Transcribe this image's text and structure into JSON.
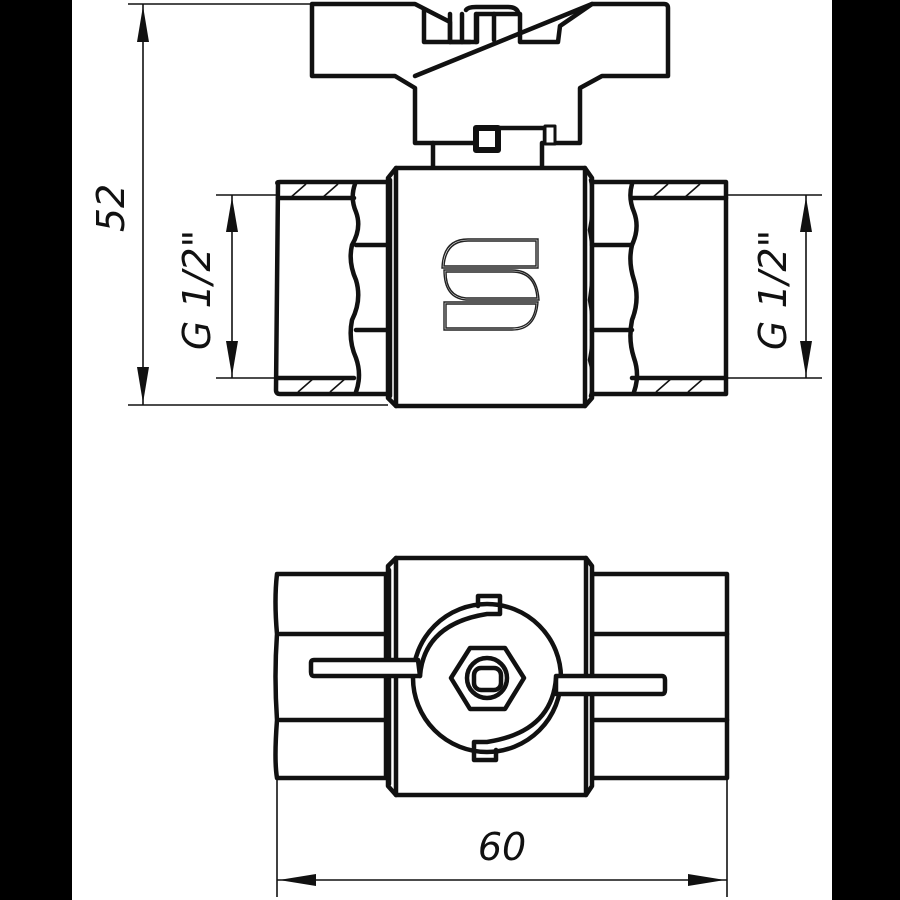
{
  "drawing": {
    "title": "Ball valve technical drawing",
    "colors": {
      "line": "#111111",
      "paper": "#ffffff",
      "letterbox": "#000000"
    },
    "views": {
      "front": {
        "name": "front-elevation",
        "parts": [
          "butterfly-handle",
          "stem-nut",
          "body",
          "left-threaded-port",
          "right-threaded-port",
          "brand-logo"
        ],
        "logo_letter": "S"
      },
      "top": {
        "name": "top-plan",
        "parts": [
          "butterfly-handle",
          "hex-nut",
          "body",
          "left-port",
          "right-port"
        ]
      }
    },
    "dimensions": {
      "height": {
        "value": "52",
        "orientation": "vertical"
      },
      "length": {
        "value": "60",
        "orientation": "horizontal"
      },
      "thread_left": {
        "value": "G 1/2\"",
        "orientation": "vertical"
      },
      "thread_right": {
        "value": "G 1/2\"",
        "orientation": "vertical"
      }
    }
  }
}
